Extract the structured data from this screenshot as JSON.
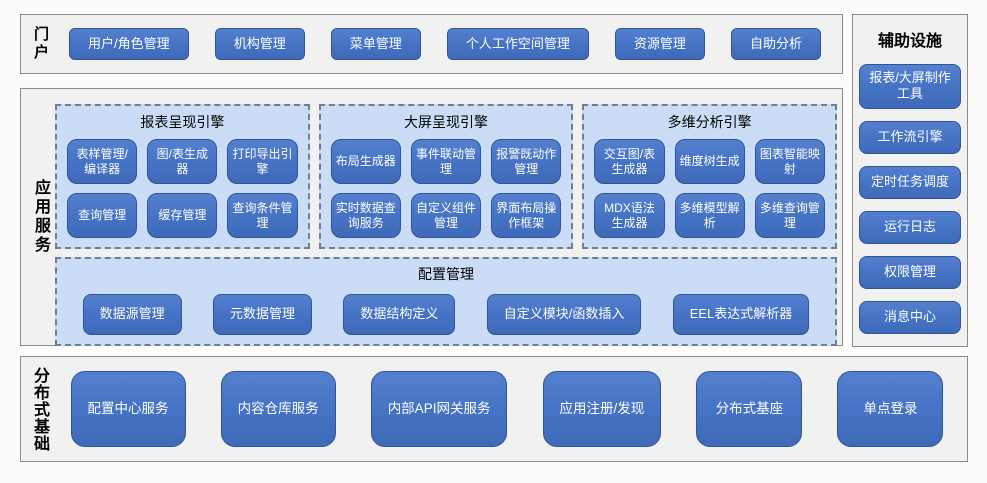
{
  "colors": {
    "box_blue": "#4472c4",
    "box_border": "#2f5597",
    "group_fill": "#cbdcf6",
    "group_dashed_border": "#6f7d99",
    "section_fill": "#f1f1f0",
    "section_border": "#8c8c8c"
  },
  "portal": {
    "label": "门户",
    "items": [
      "用户/角色管理",
      "机构管理",
      "菜单管理",
      "个人工作空间管理",
      "资源管理",
      "自助分析"
    ]
  },
  "app_services": {
    "label": "应用服务",
    "engines": [
      {
        "title": "报表呈现引擎",
        "items": [
          "表样管理/编译器",
          "图/表生成器",
          "打印导出引擎",
          "查询管理",
          "缓存管理",
          "查询条件管理"
        ]
      },
      {
        "title": "大屏呈现引擎",
        "items": [
          "布局生成器",
          "事件联动管理",
          "报警既动作管理",
          "实时数据查询服务",
          "自定义组件管理",
          "界面布局操作框架"
        ]
      },
      {
        "title": "多维分析引擎",
        "items": [
          "交互图/表生成器",
          "维度树生成",
          "图表智能映射",
          "MDX语法生成器",
          "多维模型解析",
          "多维查询管理"
        ]
      }
    ],
    "config": {
      "title": "配置管理",
      "items": [
        "数据源管理",
        "元数据管理",
        "数据结构定义",
        "自定义模块/函数插入",
        "EEL表达式解析器"
      ]
    }
  },
  "auxiliary": {
    "title": "辅助设施",
    "items": [
      "报表/大屏制作工具",
      "工作流引擎",
      "定时任务调度",
      "运行日志",
      "权限管理",
      "消息中心"
    ]
  },
  "base": {
    "label": "分布式基础",
    "items": [
      "配置中心服务",
      "内容仓库服务",
      "内部API网关服务",
      "应用注册/发现",
      "分布式基座",
      "单点登录"
    ]
  }
}
